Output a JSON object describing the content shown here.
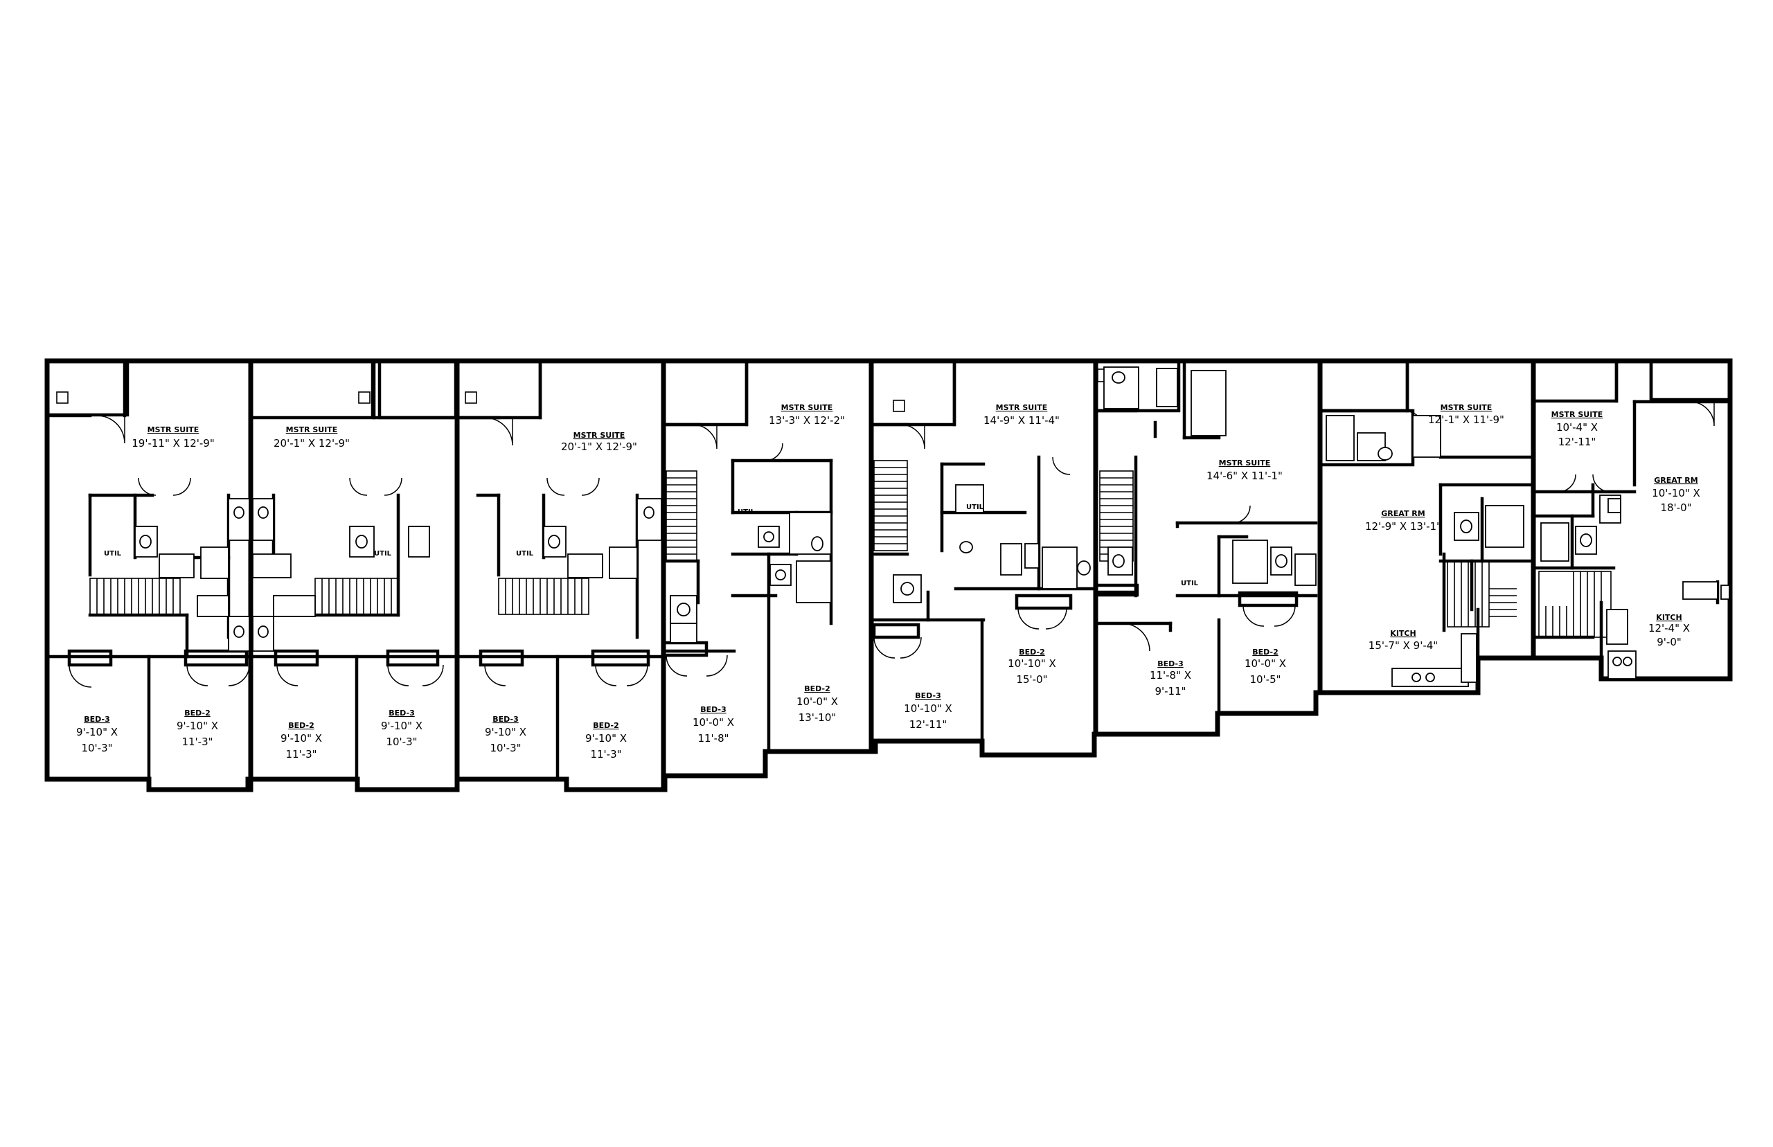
{
  "plan": {
    "rooms": [
      {
        "name": "MSTR SUITE",
        "dims": [
          "19'-11\" X 12'-9\""
        ]
      },
      {
        "name": "MSTR SUITE",
        "dims": [
          "20'-1\" X 12'-9\""
        ]
      },
      {
        "name": "MSTR SUITE",
        "dims": [
          "20'-1\" X 12'-9\""
        ]
      },
      {
        "name": "MSTR SUITE",
        "dims": [
          "13'-3\" X 12'-2\""
        ]
      },
      {
        "name": "MSTR SUITE",
        "dims": [
          "14'-9\" X 11'-4\""
        ]
      },
      {
        "name": "MSTR SUITE",
        "dims": [
          "14'-6\" X 11'-1\""
        ]
      },
      {
        "name": "MSTR SUITE",
        "dims": [
          "12'-1\" X 11'-9\""
        ]
      },
      {
        "name": "MSTR SUITE",
        "dims": [
          "10'-4\" X",
          "12'-11\""
        ]
      },
      {
        "name": "GREAT RM",
        "dims": [
          "10'-10\" X",
          "18'-0\""
        ]
      },
      {
        "name": "GREAT RM",
        "dims": [
          "12'-9\" X 13'-1\""
        ]
      },
      {
        "name": "KITCH",
        "dims": [
          "15'-7\" X 9'-4\""
        ]
      },
      {
        "name": "KITCH",
        "dims": [
          "12'-4\" X",
          "9'-0\""
        ]
      },
      {
        "name": "BED-3",
        "dims": [
          "9'-10\" X",
          "10'-3\""
        ]
      },
      {
        "name": "BED-2",
        "dims": [
          "9'-10\" X",
          "11'-3\""
        ]
      },
      {
        "name": "BED-2",
        "dims": [
          "9'-10\" X",
          "11'-3\""
        ]
      },
      {
        "name": "BED-3",
        "dims": [
          "9'-10\" X",
          "10'-3\""
        ]
      },
      {
        "name": "BED-3",
        "dims": [
          "9'-10\" X",
          "10'-3\""
        ]
      },
      {
        "name": "BED-2",
        "dims": [
          "9'-10\" X",
          "11'-3\""
        ]
      },
      {
        "name": "BED-3",
        "dims": [
          "10'-0\" X",
          "11'-8\""
        ]
      },
      {
        "name": "BED-2",
        "dims": [
          "10'-0\" X",
          "13'-10\""
        ]
      },
      {
        "name": "BED-3",
        "dims": [
          "10'-10\" X",
          "12'-11\""
        ]
      },
      {
        "name": "BED-2",
        "dims": [
          "10'-10\" X",
          "15'-0\""
        ]
      },
      {
        "name": "BED-3",
        "dims": [
          "11'-8\" X",
          "9'-11\""
        ]
      },
      {
        "name": "BED-2",
        "dims": [
          "10'-0\" X",
          "10'-5\""
        ]
      }
    ],
    "util_labels": [
      "UTIL",
      "UTIL",
      "UTIL",
      "UTIL",
      "UTIL",
      "UTIL"
    ]
  }
}
